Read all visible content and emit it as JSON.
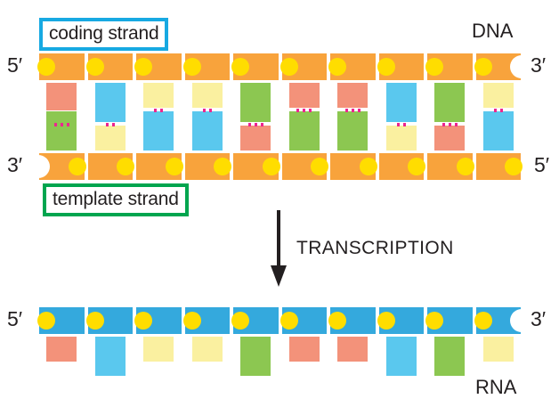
{
  "figure": {
    "title_dna": "DNA",
    "title_rna": "RNA",
    "process_label": "TRANSCRIPTION",
    "coding_strand_label": "coding strand",
    "template_strand_label": "template strand",
    "end_labels": {
      "dna_top_left": "5′",
      "dna_top_right": "3′",
      "dna_bottom_left": "3′",
      "dna_bottom_right": "5′",
      "rna_left": "5′",
      "rna_right": "3′"
    }
  },
  "colors": {
    "dna_backbone": "#f8a33c",
    "rna_backbone": "#34a9dd",
    "phosphate": "#ffdd00",
    "base_salmon": "#f3927a",
    "base_blue": "#5ac8ee",
    "base_yellow": "#faf0a0",
    "base_green": "#8cc751",
    "hydrogen_bond": "#ec268f",
    "coding_box_border": "#17a9e2",
    "template_box_border": "#00a54f",
    "text": "#231f20"
  },
  "dna": {
    "coding_strand_bases": [
      {
        "color": "#f3927a",
        "tall": true
      },
      {
        "color": "#5ac8ee",
        "tall": true
      },
      {
        "color": "#faf0a0",
        "tall": false
      },
      {
        "color": "#faf0a0",
        "tall": false
      },
      {
        "color": "#8cc751",
        "tall": true
      },
      {
        "color": "#f3927a",
        "tall": false
      },
      {
        "color": "#f3927a",
        "tall": false
      },
      {
        "color": "#5ac8ee",
        "tall": true
      },
      {
        "color": "#8cc751",
        "tall": true
      },
      {
        "color": "#faf0a0",
        "tall": false
      }
    ],
    "template_strand_bases": [
      {
        "color": "#8cc751",
        "tall": true
      },
      {
        "color": "#faf0a0",
        "tall": false
      },
      {
        "color": "#5ac8ee",
        "tall": true
      },
      {
        "color": "#5ac8ee",
        "tall": true
      },
      {
        "color": "#f3927a",
        "tall": false
      },
      {
        "color": "#8cc751",
        "tall": true
      },
      {
        "color": "#8cc751",
        "tall": true
      },
      {
        "color": "#faf0a0",
        "tall": false
      },
      {
        "color": "#f3927a",
        "tall": false
      },
      {
        "color": "#5ac8ee",
        "tall": true
      }
    ],
    "hydrogen_bond_counts": [
      3,
      2,
      2,
      2,
      3,
      3,
      3,
      2,
      3,
      2
    ]
  },
  "rna": {
    "bases": [
      {
        "color": "#f3927a",
        "tall": false
      },
      {
        "color": "#5ac8ee",
        "tall": true
      },
      {
        "color": "#faf0a0",
        "tall": false
      },
      {
        "color": "#faf0a0",
        "tall": false
      },
      {
        "color": "#8cc751",
        "tall": true
      },
      {
        "color": "#f3927a",
        "tall": false
      },
      {
        "color": "#f3927a",
        "tall": false
      },
      {
        "color": "#5ac8ee",
        "tall": true
      },
      {
        "color": "#8cc751",
        "tall": true
      },
      {
        "color": "#faf0a0",
        "tall": false
      }
    ]
  }
}
